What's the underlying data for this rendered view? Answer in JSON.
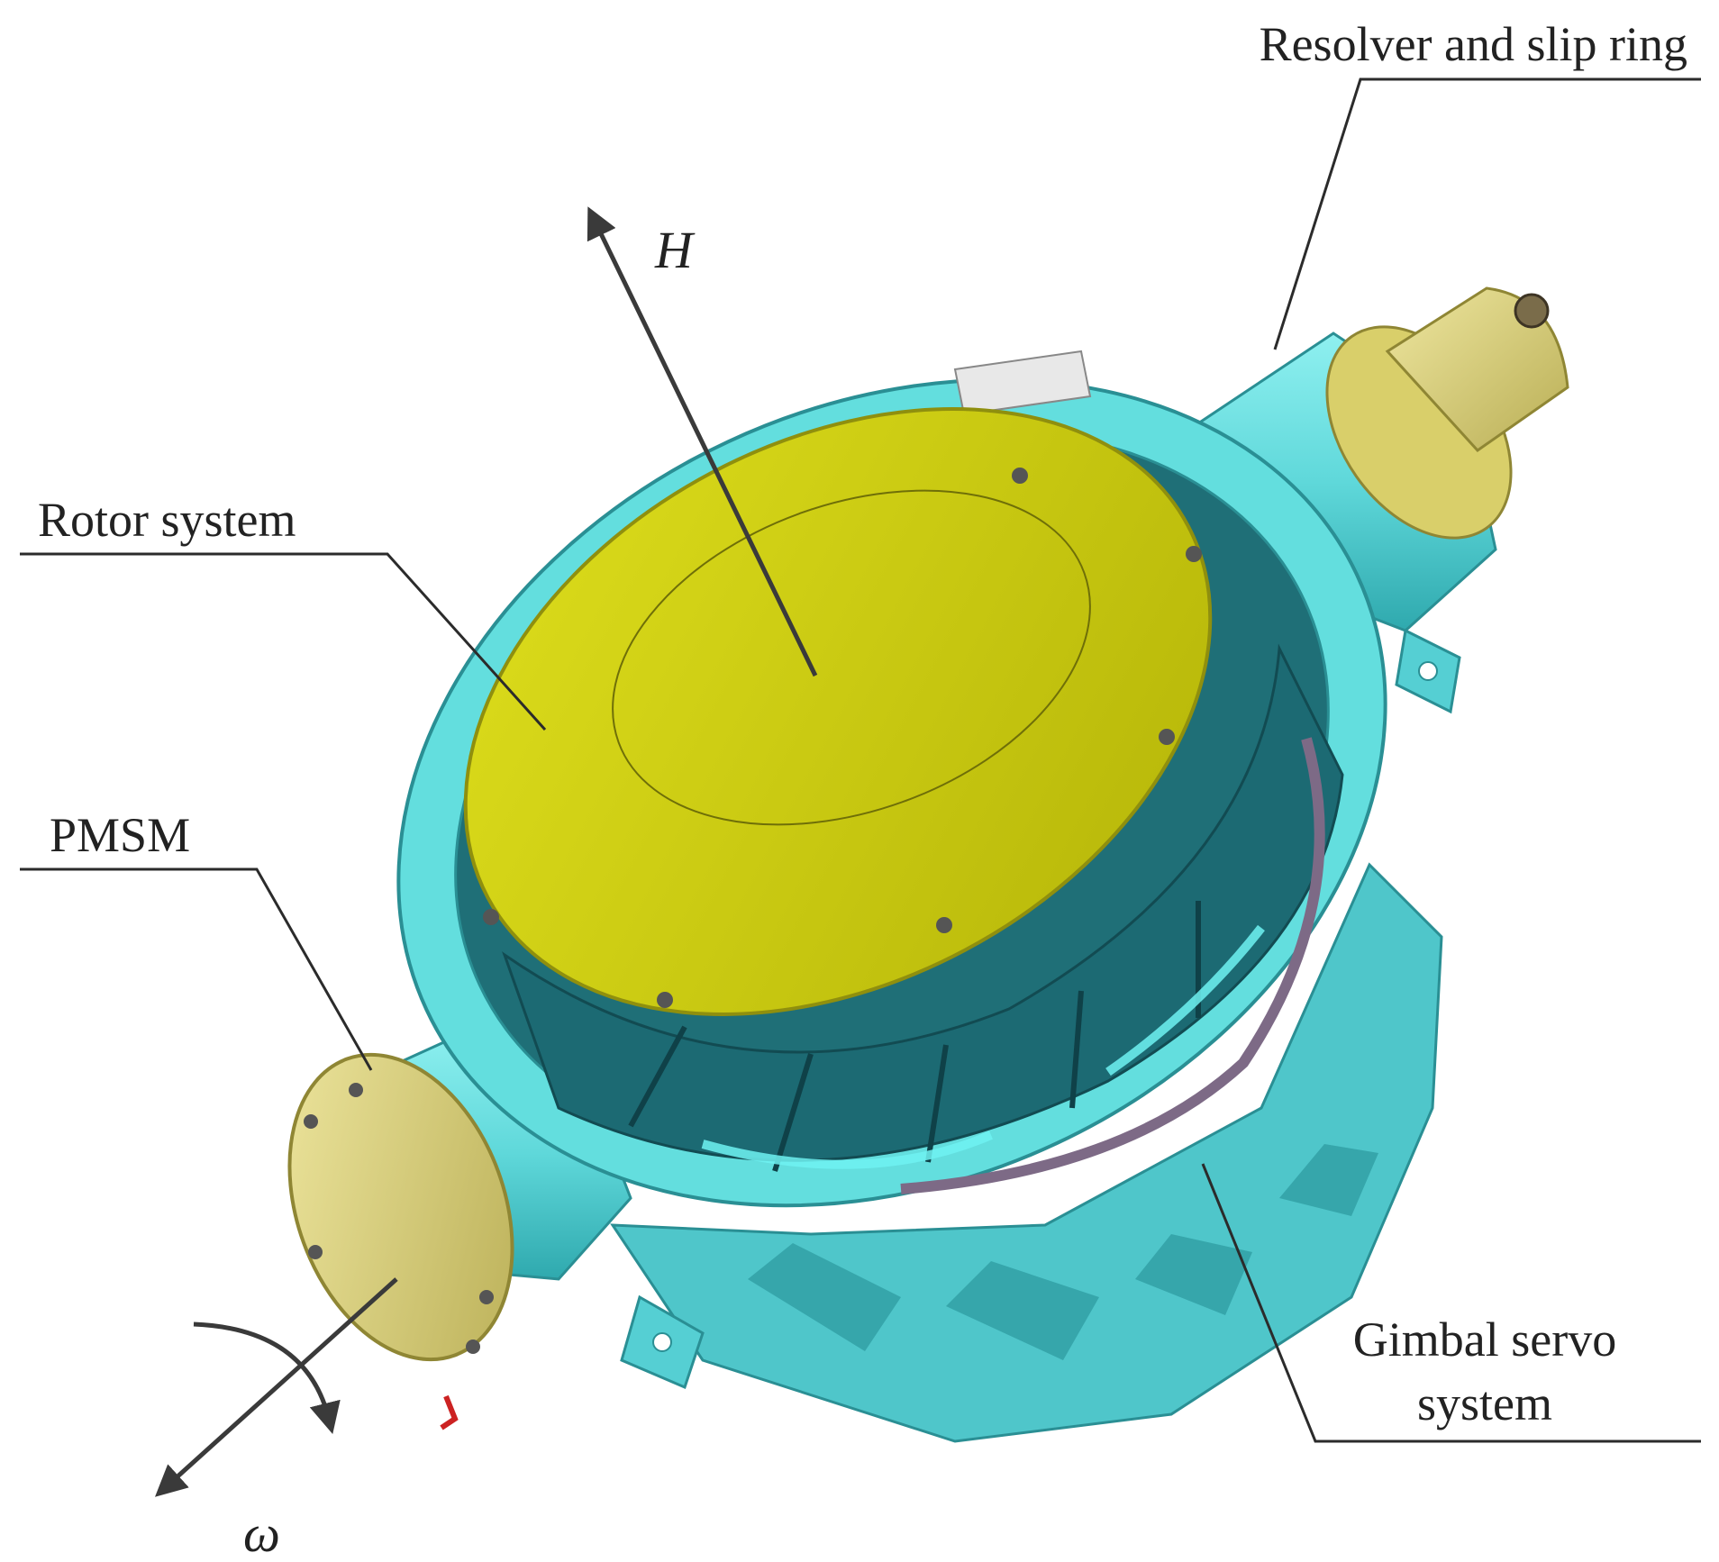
{
  "labels": {
    "resolver": "Resolver and slip ring",
    "rotor": "Rotor system",
    "pmsm": "PMSM",
    "gimbal_line1": "Gimbal servo",
    "gimbal_line2": "system"
  },
  "symbols": {
    "angular_momentum": "H",
    "angular_rate": "ω"
  },
  "colors": {
    "gimbal_frame": "#63dede",
    "gimbal_frame_shadow": "#2aa3a8",
    "rotor_lid": "#cfcf10",
    "rotor_lid_dark": "#8f8f0e",
    "rotor_body": "#1c6a73",
    "cap": "#d8cf78",
    "leader_line": "#2b2b2b"
  }
}
